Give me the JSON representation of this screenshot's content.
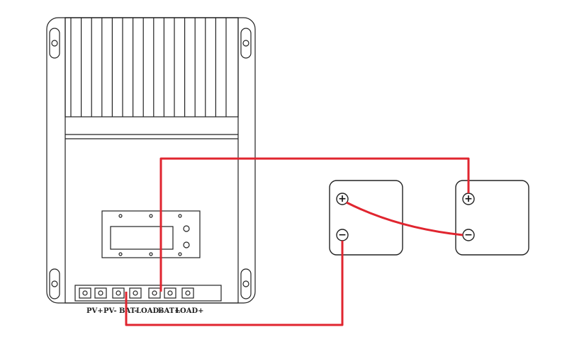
{
  "diagram": {
    "terminals": [
      "PV+",
      "PV-",
      "BAT-",
      "LOAD-",
      "BAT+",
      "LOAD+"
    ],
    "battery_1": {
      "positive_symbol": "+",
      "negative_symbol": "−"
    },
    "battery_2": {
      "positive_symbol": "+",
      "negative_symbol": "−"
    }
  },
  "colors": {
    "line": "#222222",
    "wire": "#e0252f",
    "background": "#ffffff"
  },
  "icons": {
    "mount_hole": "slot-icon",
    "indicator": "led-icon",
    "terminal": "screw-terminal-icon"
  }
}
